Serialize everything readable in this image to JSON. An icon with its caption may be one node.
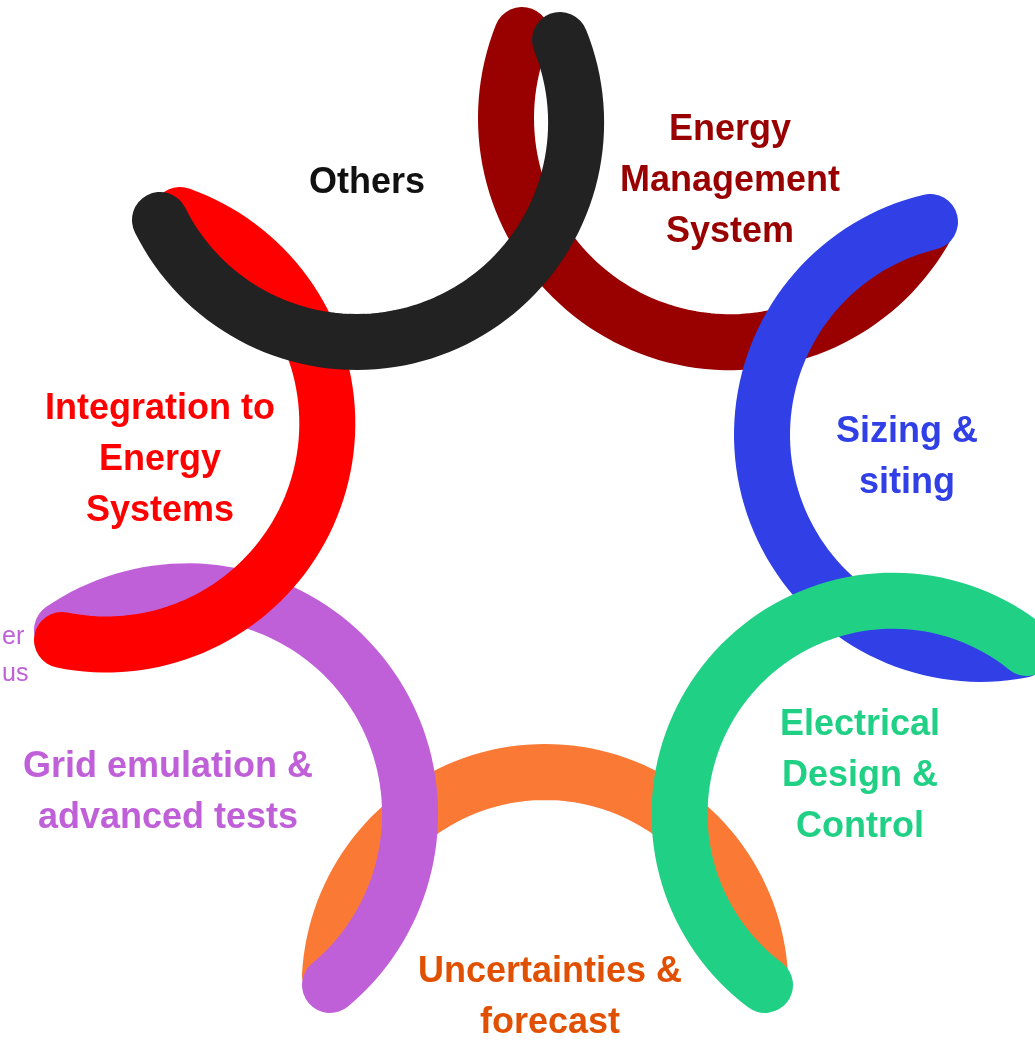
{
  "diagram": {
    "nodes": [
      {
        "text": [
          "Others"
        ]
      },
      {
        "text": [
          "Energy Management System"
        ]
      },
      {
        "text": [
          "Sizing & siting"
        ]
      },
      {
        "text": [
          "Electrical Design & Control"
        ]
      },
      {
        "text": [
          "Uncertainties & forecast"
        ]
      },
      {
        "text": [
          "Grid emulation & advanced tests"
        ]
      },
      {
        "text": [
          "Integration to Energy Systems"
        ]
      }
    ],
    "labels": [
      "er",
      "us"
    ]
  }
}
